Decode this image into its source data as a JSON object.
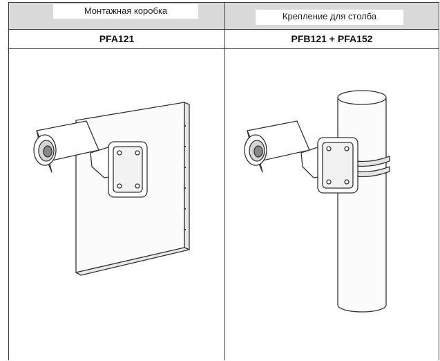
{
  "table": {
    "columns": [
      {
        "header": "Монтажная коробка",
        "model": "PFA121",
        "illustration": "camera-wall-mount-drawing"
      },
      {
        "header": "Крепление для столба",
        "model": "PFB121 + PFA152",
        "illustration": "camera-pole-mount-drawing"
      }
    ]
  }
}
